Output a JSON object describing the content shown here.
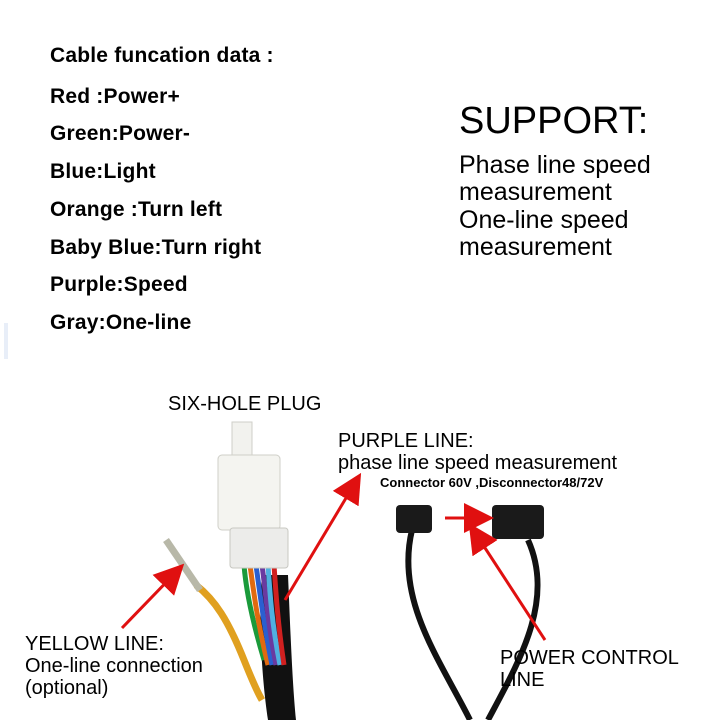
{
  "cable_function": {
    "title": "Cable funcation data :",
    "items": [
      {
        "label": "Red :Power+"
      },
      {
        "label": "Green:Power-"
      },
      {
        "label": "Blue:Light"
      },
      {
        "label": "Orange :Turn left"
      },
      {
        "label": "Baby Blue:Turn right"
      },
      {
        "label": "Purple:Speed"
      },
      {
        "label": "Gray:One-line"
      }
    ]
  },
  "support": {
    "title": "SUPPORT:",
    "lines": [
      "Phase line speed",
      "measurement",
      "One-line speed",
      "measurement"
    ]
  },
  "diagram": {
    "six_hole_plug": "SIX-HOLE PLUG",
    "purple_line_title": "PURPLE LINE:",
    "purple_line_desc": "phase line speed measurement",
    "connector_note": "Connector 60V ,Disconnector48/72V",
    "yellow_line_title": "YELLOW LINE:",
    "yellow_line_desc": "One-line connection",
    "yellow_line_optional": "(optional)",
    "power_control_line1": "POWER CONTROL",
    "power_control_line2": "LINE"
  },
  "colors": {
    "arrow": "#e01010",
    "wire_yellow": "#e0a020",
    "wire_black": "#111111",
    "plug_body": "#f4f4f0"
  }
}
